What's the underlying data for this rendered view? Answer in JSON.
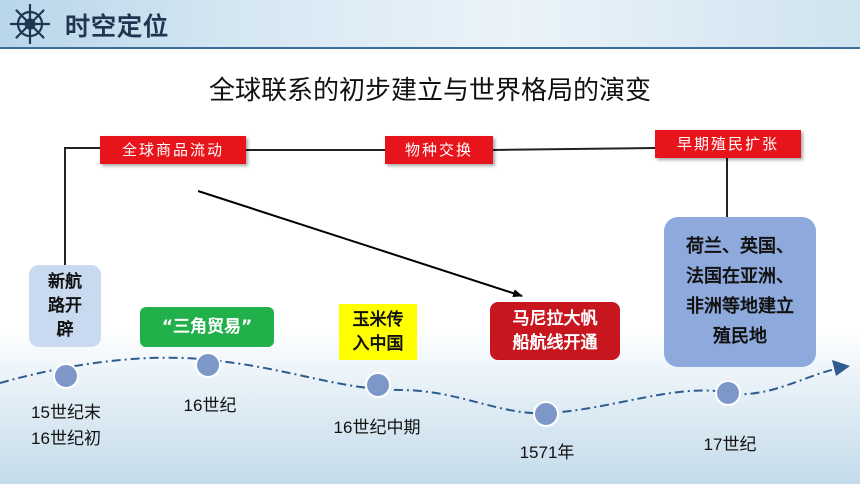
{
  "header": {
    "title": "时空定位",
    "icon": "ship-wheel-icon"
  },
  "title": "全球联系的初步建立与世界格局的演变",
  "top_labels": [
    "全球商品流动",
    "物种交换",
    "早期殖民扩张"
  ],
  "events": [
    {
      "text_lines": [
        "新航",
        "路开",
        "辟"
      ],
      "bg": "#c9daf0"
    },
    {
      "text_lines": [
        "“三角贸易”"
      ],
      "bg": "#21b04a"
    },
    {
      "text_lines": [
        "玉米传",
        "入中国"
      ],
      "bg": "#ffff00"
    },
    {
      "text_lines": [
        "马尼拉大帆",
        "船航线开通"
      ],
      "bg": "#c8161e"
    },
    {
      "text_lines": [
        "荷兰、英国、",
        "法国在亚洲、",
        "非洲等地建立",
        "殖民地"
      ],
      "bg": "#8ea9db"
    }
  ],
  "time_labels": [
    {
      "lines": [
        "15世纪末",
        "16世纪初"
      ]
    },
    {
      "lines": [
        "16世纪"
      ]
    },
    {
      "lines": [
        "16世纪中期"
      ]
    },
    {
      "lines": [
        "1571年"
      ]
    },
    {
      "lines": [
        "17世纪"
      ]
    }
  ],
  "colors": {
    "box_red": "#e8141c",
    "timeline": "#2f5c8f",
    "node": "#7d98c8",
    "header_text": "#1f3550"
  }
}
